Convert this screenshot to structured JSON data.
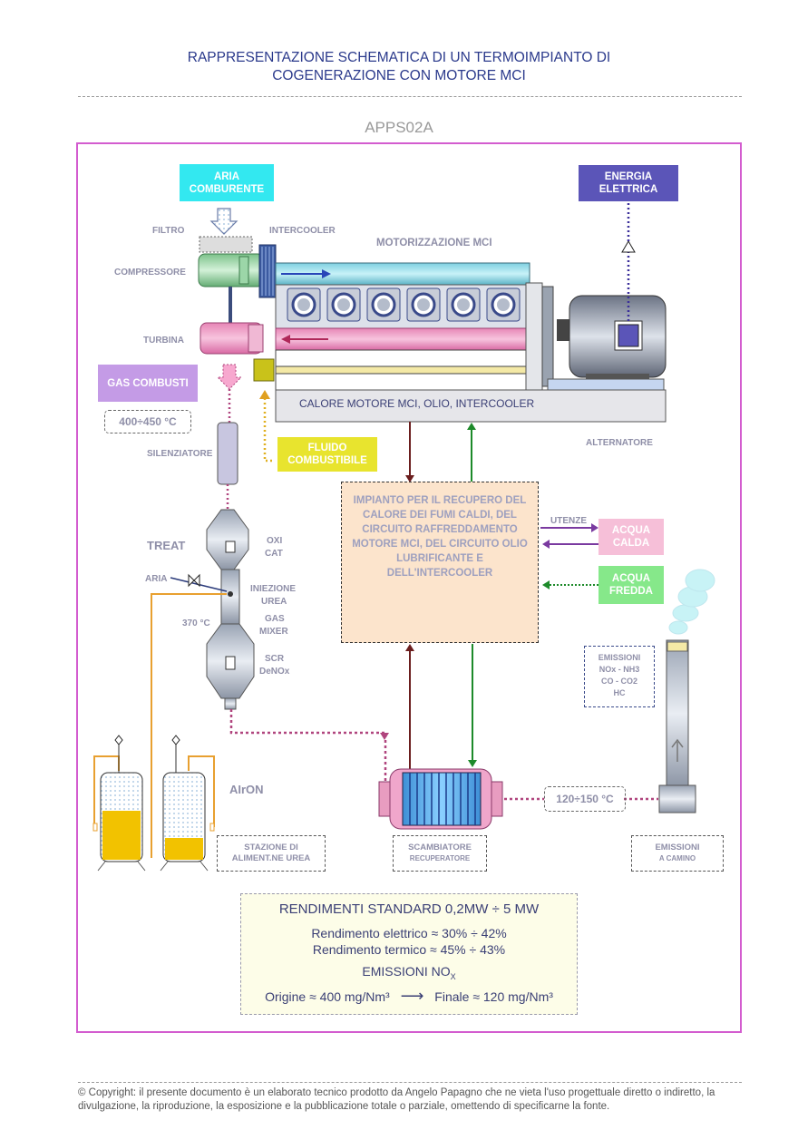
{
  "header": {
    "title_line1": "RAPPRESENTAZIONE SCHEMATICA DI UN TERMOIMPIANTO DI",
    "title_line2": "COGENERAZIONE CON MOTORE MCI",
    "code": "APPS02A"
  },
  "boxes": {
    "aria_comburente": "ARIA COMBURENTE",
    "energia_elettrica": "ENERGIA ELETTRICA",
    "gas_combusti": "GAS COMBUSTI",
    "gas_temp": "400÷450 °C",
    "fluido_combustibile": "FLUIDO COMBUSTIBILE",
    "acqua_calda": "ACQUA CALDA",
    "acqua_fredda": "ACQUA FREDDA",
    "fumi_temp": "120÷150 °C",
    "recupero": "IMPIANTO PER IL RECUPERO DEL CALORE DEI FUMI CALDI, DEL CIRCUITO RAFFREDDAMENTO MOTORE MCI, DEL CIRCUITO OLIO LUBRIFICANTE E DELL'INTERCOOLER",
    "calore_motore": "CALORE MOTORE MCI, OLIO, INTERCOOLER"
  },
  "labels": {
    "filtro": "FILTRO",
    "intercooler": "INTERCOOLER",
    "motorizzazione": "MOTORIZZAZIONE MCI",
    "compressore": "COMPRESSORE",
    "turbina": "TURBINA",
    "silenziatore": "SILENZIATORE",
    "alternatore": "ALTERNATORE",
    "treat": "TREAT",
    "oxi": "OXI",
    "cat": "CAT",
    "aria": "ARIA",
    "iniezione": "INIEZIONE",
    "urea": "UREA",
    "temp370": "370 °C",
    "gas": "GAS",
    "mixer": "MIXER",
    "scr": "SCR",
    "denox": "DeNOx",
    "utenze": "UTENZE",
    "airon": "AIrON",
    "emissioni_title": "EMISSIONI",
    "emissioni_l1": "NOx - NH3",
    "emissioni_l2": "CO - CO2",
    "emissioni_l3": "HC"
  },
  "stations": {
    "urea_l1": "STAZIONE DI",
    "urea_l2": "ALIMENT.NE UREA",
    "scamb_l1": "SCAMBIATORE",
    "scamb_l2": "RECUPERATORE",
    "camino_l1": "EMISSIONI",
    "camino_l2": "A CAMINO"
  },
  "performance": {
    "title": "RENDIMENTI STANDARD 0,2MW ÷ 5 MW",
    "elettrico": "Rendimento elettrico ≈ 30% ÷ 42%",
    "termico": "Rendimento termico ≈ 45% ÷ 43%",
    "emissioni": "EMISSIONI NO",
    "emissioni_sub": "X",
    "origine": "Origine ≈ 400 mg/Nm³",
    "finale": "Finale ≈ 120 mg/Nm³"
  },
  "footer": "© Copyright: il presente documento è un elaborato tecnico prodotto da Angelo Papagno che ne vieta l'uso progettuale diretto o indiretto, la divulgazione, la riproduzione, la esposizione e la pubblicazione totale o parziale, omettendo di specificarne la fonte.",
  "colors": {
    "frame": "#d35ccf",
    "aria": "#33e8f0",
    "energia": "#5b55b8",
    "gas": "#c49be6",
    "fluido": "#e8e42e",
    "acqua_calda": "#f6bfd8",
    "acqua_fredda": "#86e88a",
    "recupero": "#fce4cc"
  }
}
